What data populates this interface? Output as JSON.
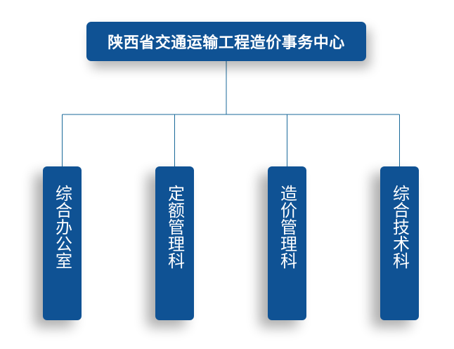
{
  "root": {
    "title": "陕西省交通运输工程造价事务中心"
  },
  "departments": [
    {
      "label": "综合办公室"
    },
    {
      "label": "定额管理科"
    },
    {
      "label": "造价管理科"
    },
    {
      "label": "综合技术科"
    }
  ],
  "colors": {
    "box_fill": "#0f5294",
    "connector": "#1a6a9a",
    "text": "#ffffff"
  }
}
